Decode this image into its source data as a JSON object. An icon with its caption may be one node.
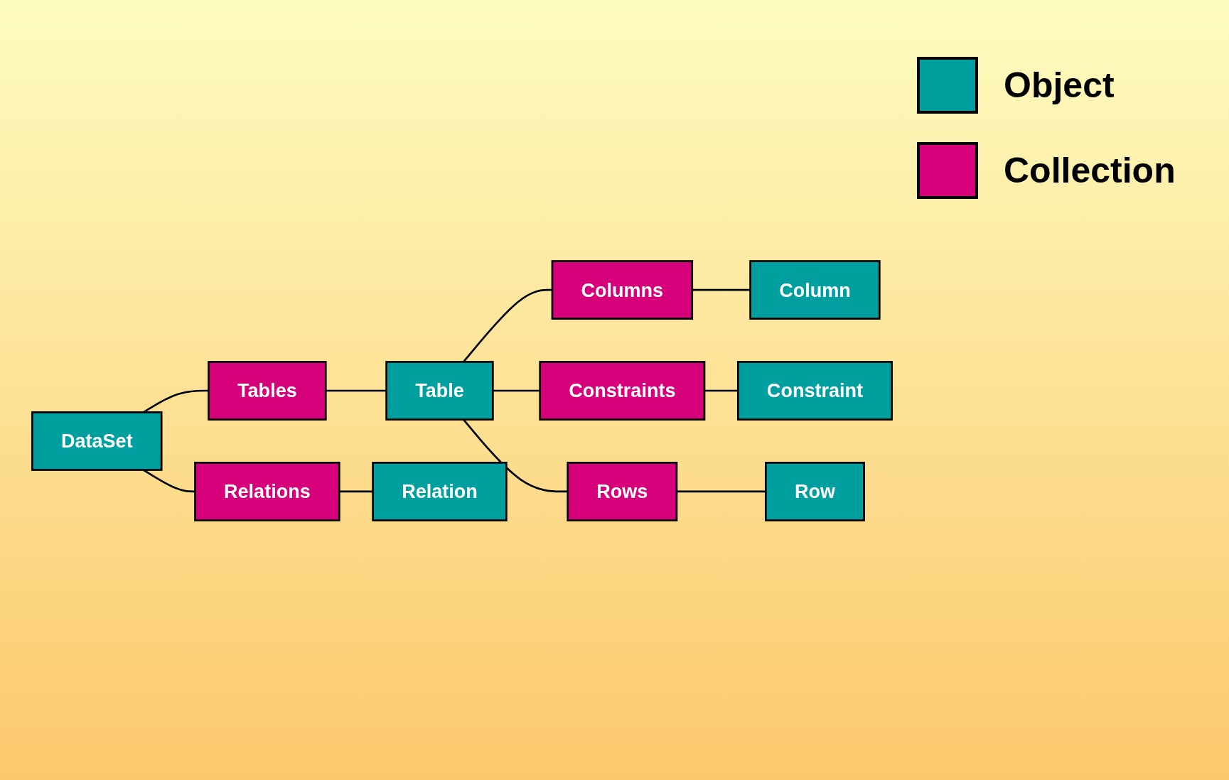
{
  "diagram": {
    "nodes": [
      {
        "text": [
          "DataSet"
        ]
      },
      {
        "text": [
          "Tables"
        ]
      },
      {
        "text": [
          "Table"
        ]
      },
      {
        "text": [
          "Columns"
        ]
      },
      {
        "text": [
          "Column"
        ]
      },
      {
        "text": [
          "Constraints"
        ]
      },
      {
        "text": [
          "Constraint"
        ]
      },
      {
        "text": [
          "Rows"
        ]
      },
      {
        "text": [
          "Row"
        ]
      },
      {
        "text": [
          "Relations"
        ]
      },
      {
        "text": [
          "Relation"
        ]
      }
    ],
    "edges": [
      {
        "from": 0,
        "to": 1,
        "arrow": "none"
      },
      {
        "from": 0,
        "to": 9,
        "arrow": "none"
      },
      {
        "from": 1,
        "to": 2,
        "arrow": "none"
      },
      {
        "from": 2,
        "to": 3,
        "arrow": "none"
      },
      {
        "from": 2,
        "to": 5,
        "arrow": "none"
      },
      {
        "from": 2,
        "to": 7,
        "arrow": "none"
      },
      {
        "from": 3,
        "to": 4,
        "arrow": "none"
      },
      {
        "from": 5,
        "to": 6,
        "arrow": "none"
      },
      {
        "from": 7,
        "to": 8,
        "arrow": "none"
      },
      {
        "from": 9,
        "to": 10,
        "arrow": "none"
      }
    ],
    "legend": [
      {
        "text": "Object",
        "color": "#009f9f"
      },
      {
        "text": "Collection",
        "color": "#d6007a"
      }
    ]
  }
}
